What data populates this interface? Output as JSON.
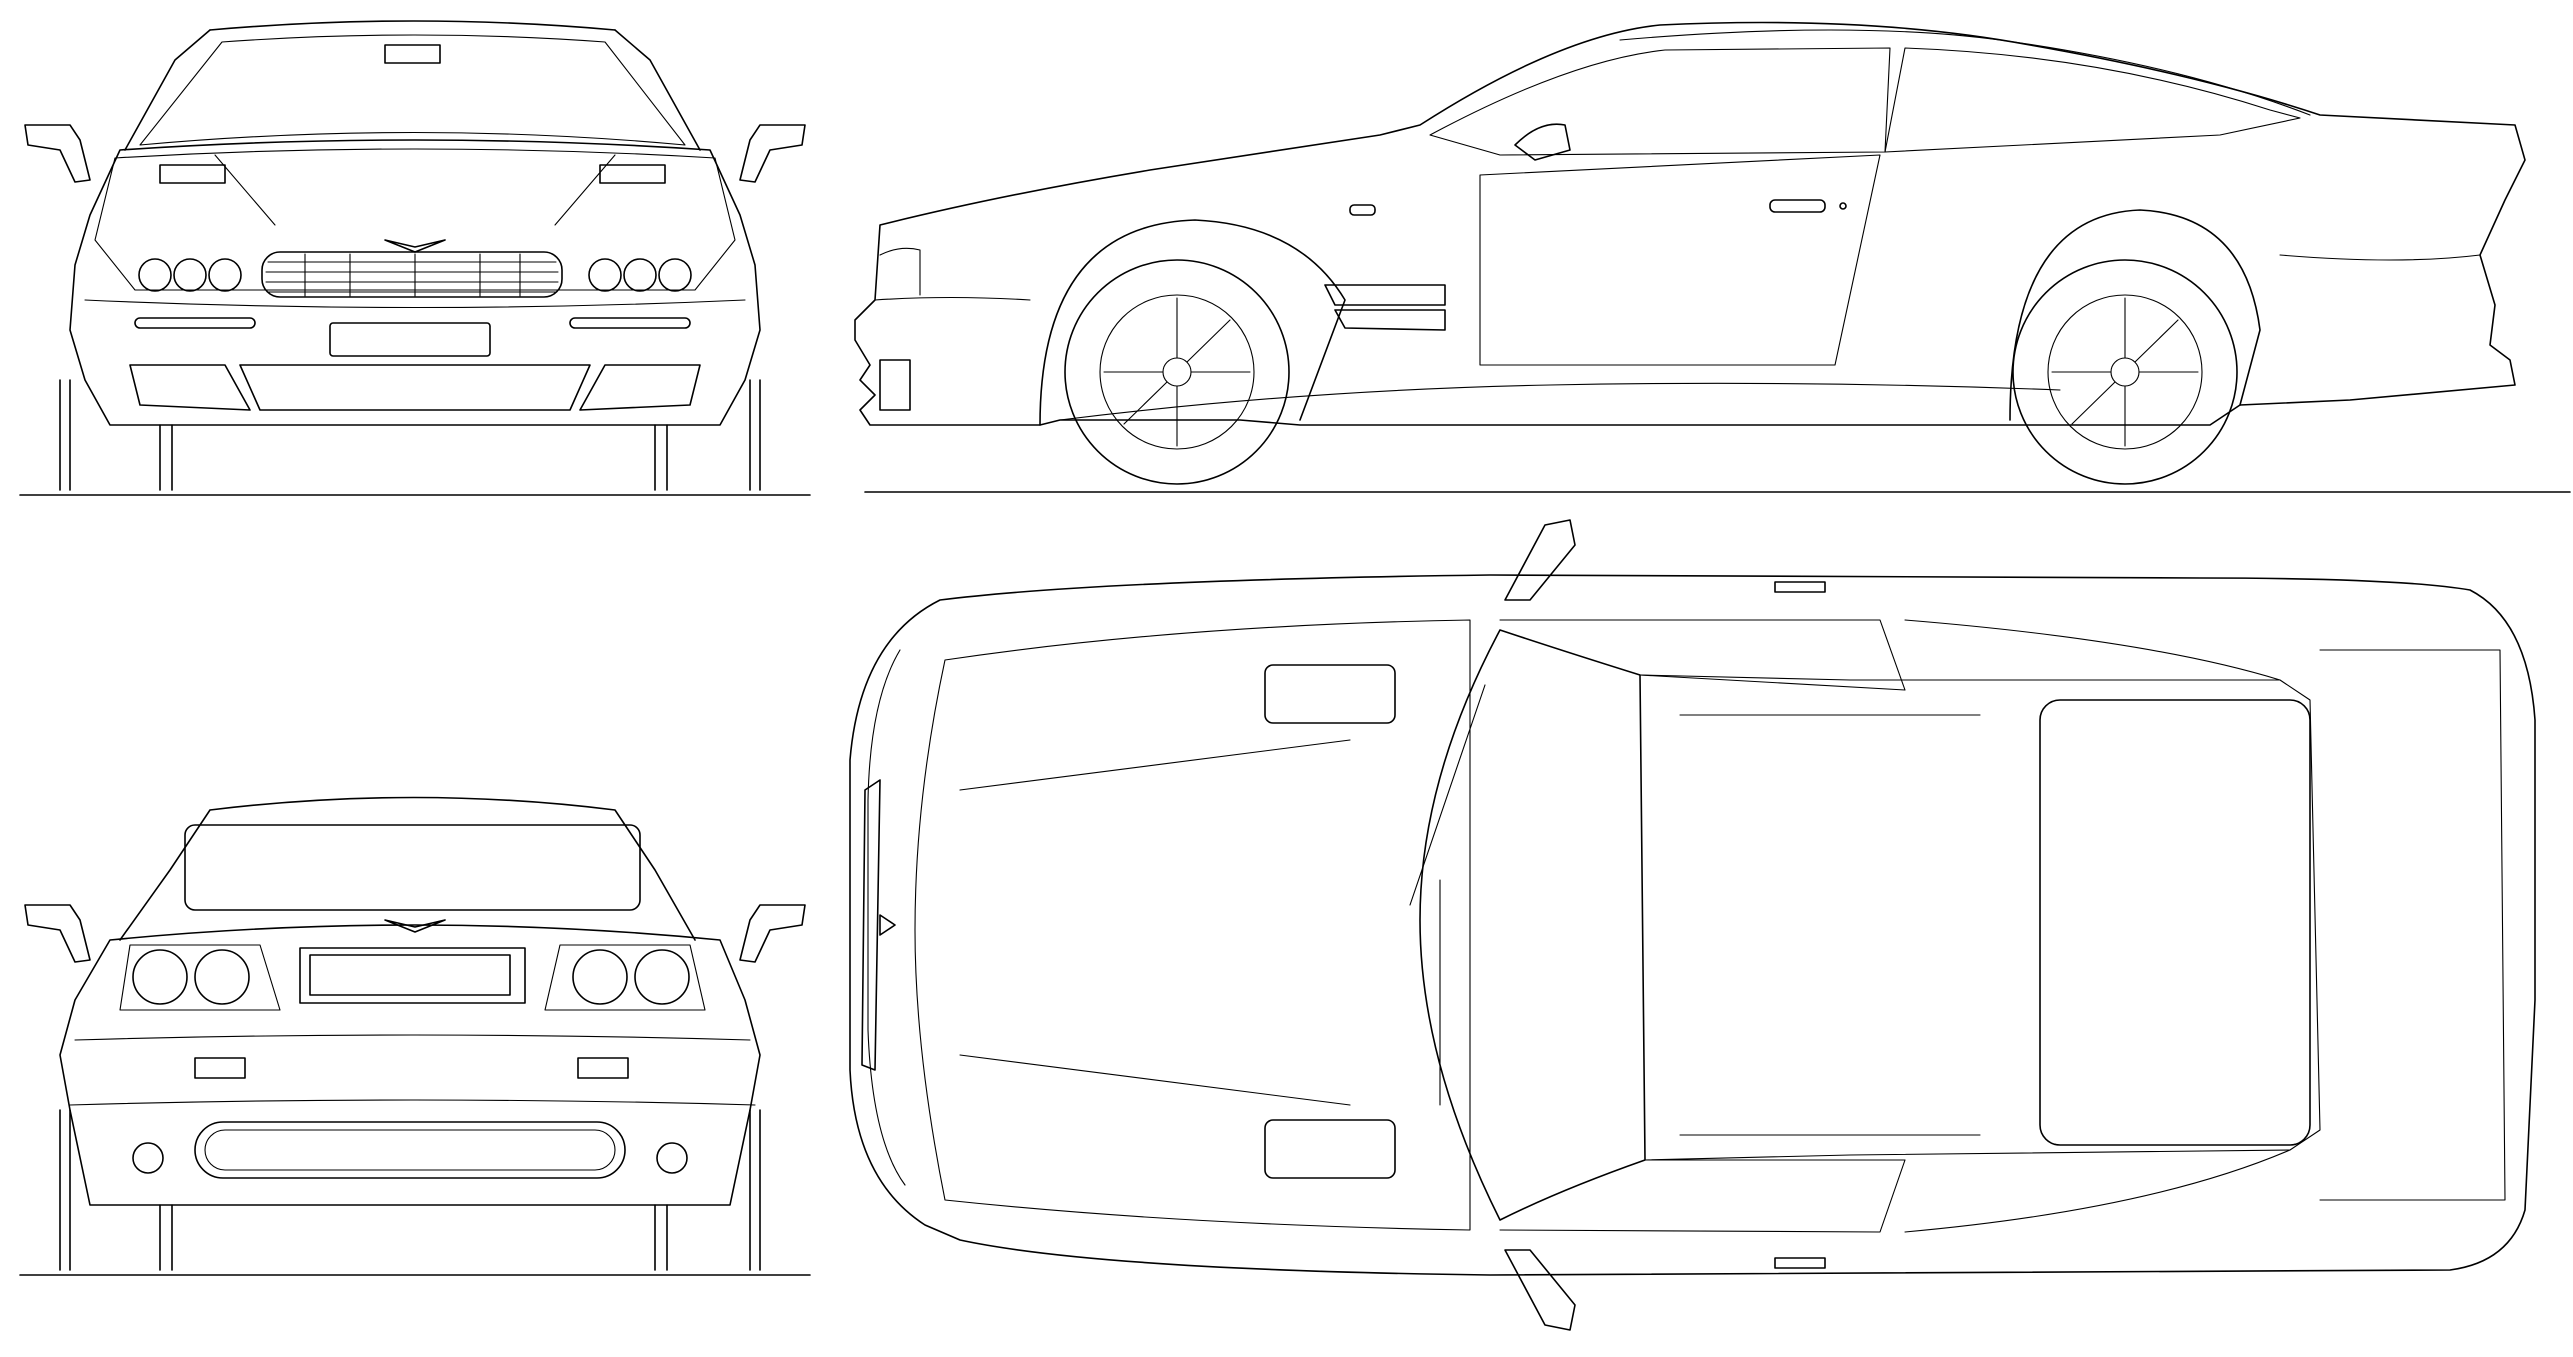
{
  "blueprint": {
    "views": [
      {
        "id": "front",
        "icon": "car-front-view"
      },
      {
        "id": "side",
        "icon": "car-side-view"
      },
      {
        "id": "rear",
        "icon": "car-rear-view"
      },
      {
        "id": "top",
        "icon": "car-top-view"
      }
    ],
    "line_color": "#000000",
    "background_color": "#ffffff"
  }
}
